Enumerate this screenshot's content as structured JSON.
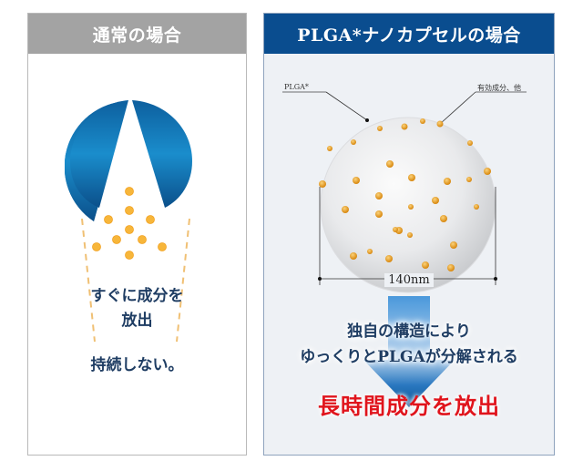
{
  "left_panel": {
    "header": "通常の場合",
    "header_bg": "#a3a3a3",
    "text_line1": "すぐに成分を",
    "text_line2": "放出",
    "text_line3": "持続しない。",
    "illustration": "split-capsule-releasing-particles",
    "capsule_color": "#1479b8",
    "particle_color": "#f5b436"
  },
  "right_panel": {
    "header": "PLGA*ナノカプセルの場合",
    "header_bg": "#0a4d8f",
    "label_left": "PLGA*",
    "label_right": "有効成分、他",
    "dimension": "140nm",
    "text_line1": "独自の構造により",
    "text_line2": "ゆっくりとPLGAが分解される",
    "highlight": "長時間成分を放出",
    "highlight_color": "#e0141c",
    "illustration": "nanocapsule-sphere-with-particles"
  }
}
